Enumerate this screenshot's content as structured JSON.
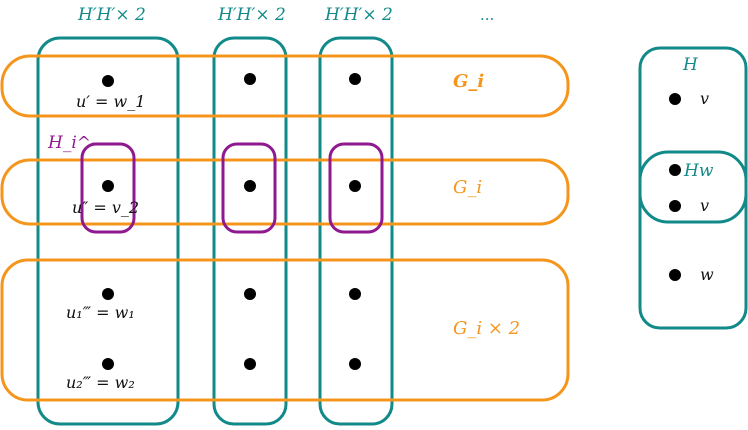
{
  "colors": {
    "teal": "#128a8a",
    "orange": "#f5951c",
    "purple": "#8f1a8f",
    "dot": "#000000"
  },
  "top_labels": {
    "col1": "H′H′× 2",
    "col2": "H′H′× 2",
    "col3": "H′H′× 2",
    "ellipsis": "..."
  },
  "row_labels": {
    "row1": "G_i",
    "row2": "G_i",
    "row3": "G_i × 2"
  },
  "left_labels": {
    "h_minus": "H_i^-",
    "u1": "u′ = w_1",
    "u2": "u″ = v_2",
    "u3": "u₁‴ = w₁",
    "u4": "u₂‴ = w₂"
  },
  "right_panel": {
    "top_label": "H",
    "v1": "v",
    "hw": "Hw",
    "v2": "v",
    "w": "w"
  }
}
